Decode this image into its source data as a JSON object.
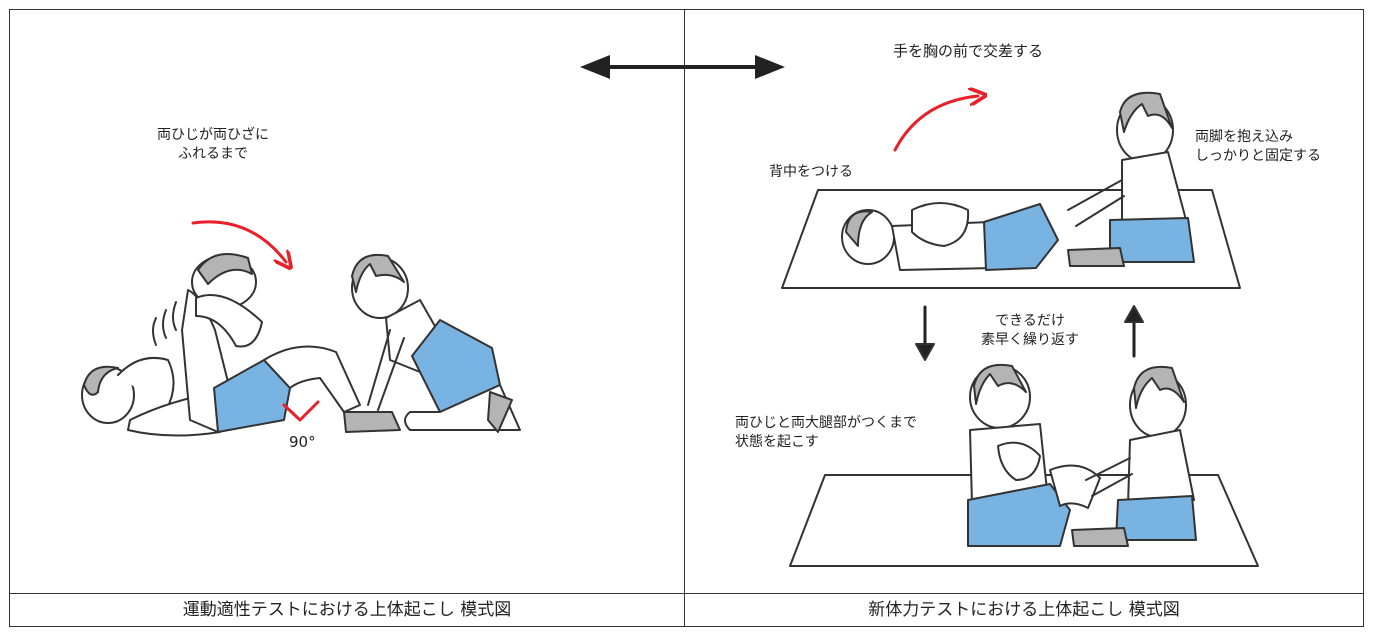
{
  "colors": {
    "line": "#333333",
    "arrow_red": "#e8202a",
    "shorts": "#78b3e2",
    "skin": "#ffffff",
    "hair": "#b4b4b4",
    "mat": "#ffffff"
  },
  "left_panel": {
    "caption": "運動適性テストにおける上体起こし 模式図",
    "label_elbows": "両ひじが両ひざに\nふれるまで",
    "label_angle": "90°"
  },
  "right_panel": {
    "caption": "新体力テストにおける上体起こし 模式図",
    "label_cross": "手を胸の前で交差する",
    "label_back": "背中をつける",
    "label_hold": "両脚を抱え込み\nしっかりと固定する",
    "label_repeat": "できるだけ\n素早く繰り返す",
    "label_raise": "両ひじと両大腿部がつくまで\n状態を起こす"
  }
}
